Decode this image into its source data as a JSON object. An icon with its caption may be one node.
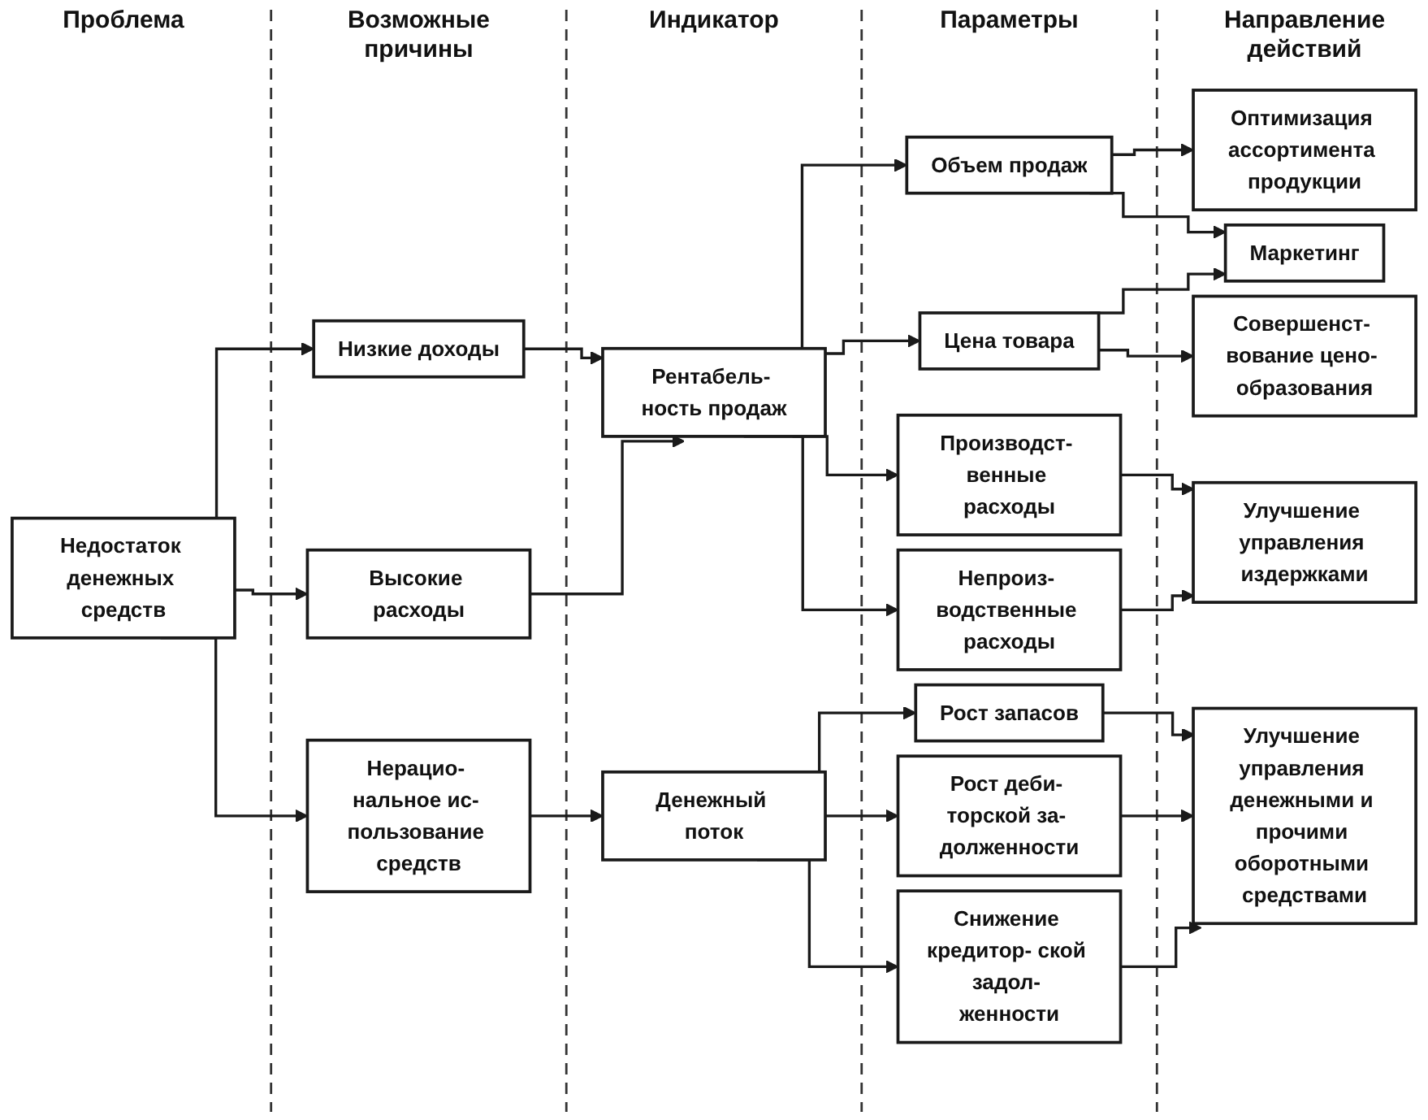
{
  "diagram": {
    "nodes": [
      {
        "text": [
          "Недостаток денежных средств"
        ]
      },
      {
        "text": [
          "Низкие доходы"
        ]
      },
      {
        "text": [
          "Высокие расходы"
        ]
      },
      {
        "text": [
          "Нерацио- нальное ис- пользование средств"
        ]
      },
      {
        "text": [
          "Рентабель- ность продаж"
        ]
      },
      {
        "text": [
          "Денежный поток"
        ]
      },
      {
        "text": [
          "Объем продаж"
        ]
      },
      {
        "text": [
          "Цена товара"
        ]
      },
      {
        "text": [
          "Производст- венные расходы"
        ]
      },
      {
        "text": [
          "Непроиз- водственные расходы"
        ]
      },
      {
        "text": [
          "Рост запасов"
        ]
      },
      {
        "text": [
          "Рост деби- торской за- долженности"
        ]
      },
      {
        "text": [
          "Снижение кредитор- ской задол- женности"
        ]
      },
      {
        "text": [
          "Оптимизация ассортимента продукции"
        ]
      },
      {
        "text": [
          "Маркетинг"
        ]
      },
      {
        "text": [
          "Совершенст- вование цено- образования"
        ]
      },
      {
        "text": [
          "Улучшение управления издержками"
        ]
      },
      {
        "text": [
          "Улучшение управления денежными и прочими оборотными средствами"
        ]
      }
    ],
    "edges": [
      {
        "from": 0,
        "to": 1,
        "arrow": "to"
      },
      {
        "from": 0,
        "to": 2,
        "arrow": "to"
      },
      {
        "from": 0,
        "to": 3,
        "arrow": "to"
      },
      {
        "from": 1,
        "to": 4,
        "arrow": "to"
      },
      {
        "from": 2,
        "to": 4,
        "arrow": "to"
      },
      {
        "from": 3,
        "to": 5,
        "arrow": "to"
      },
      {
        "from": 4,
        "to": 6,
        "arrow": "to"
      },
      {
        "from": 4,
        "to": 7,
        "arrow": "to"
      },
      {
        "from": 4,
        "to": 8,
        "arrow": "to"
      },
      {
        "from": 4,
        "to": 9,
        "arrow": "to"
      },
      {
        "from": 5,
        "to": 10,
        "arrow": "to"
      },
      {
        "from": 5,
        "to": 11,
        "arrow": "to"
      },
      {
        "from": 5,
        "to": 12,
        "arrow": "to"
      },
      {
        "from": 6,
        "to": 13,
        "arrow": "to"
      },
      {
        "from": 6,
        "to": 14,
        "arrow": "to"
      },
      {
        "from": 7,
        "to": 14,
        "arrow": "to"
      },
      {
        "from": 7,
        "to": 15,
        "arrow": "to"
      },
      {
        "from": 8,
        "to": 16,
        "arrow": "to"
      },
      {
        "from": 9,
        "to": 16,
        "arrow": "to"
      },
      {
        "from": 10,
        "to": 17,
        "arrow": "to"
      },
      {
        "from": 11,
        "to": 17,
        "arrow": "to"
      },
      {
        "from": 12,
        "to": 17,
        "arrow": "to"
      }
    ],
    "labels": [
      "Проблема",
      "Возможные причины",
      "Индикатор",
      "Параметры",
      "Направление действий"
    ]
  }
}
